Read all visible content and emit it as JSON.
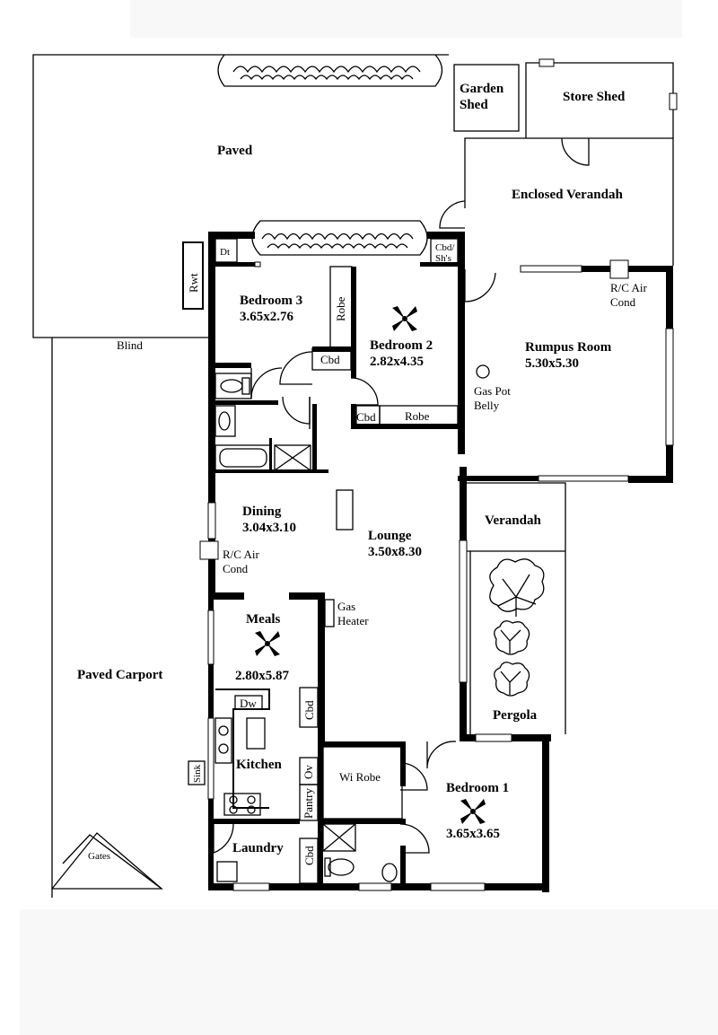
{
  "colors": {
    "wall": "#000000",
    "background": "#ffffff",
    "pattern": "#999999"
  },
  "labels": {
    "paved": "Paved",
    "garden_shed_1": "Garden",
    "garden_shed_2": "Shed",
    "store_shed": "Store Shed",
    "enclosed_verandah": "Enclosed Verandah",
    "rwt": "Rwt",
    "dt": "Dt",
    "cbd_shs_1": "Cbd/",
    "cbd_shs_2": "Sh's",
    "bedroom3_name": "Bedroom 3",
    "bedroom3_size": "3.65x2.76",
    "robe_vertical": "Robe",
    "bedroom2_name": "Bedroom 2",
    "bedroom2_size": "2.82x4.35",
    "cbd_hall": "Cbd",
    "cbd_bed2": "Cbd",
    "robe_bed2": "Robe",
    "rc_air_1a": "R/C Air",
    "rc_air_1b": "Cond",
    "rumpus_name": "Rumpus Room",
    "rumpus_size": "5.30x5.30",
    "gas_pot_1": "Gas Pot",
    "gas_pot_2": "Belly",
    "blind": "Blind",
    "dining_name": "Dining",
    "dining_size": "3.04x3.10",
    "rc_air_2a": "R/C Air",
    "rc_air_2b": "Cond",
    "lounge_name": "Lounge",
    "lounge_size": "3.50x8.30",
    "verandah": "Verandah",
    "meals_name": "Meals",
    "meals_size": "2.80x5.87",
    "gas_heater_1": "Gas",
    "gas_heater_2": "Heater",
    "paved_carport": "Paved Carport",
    "dw": "Dw",
    "cbd_kitchen": "Cbd",
    "pergola": "Pergola",
    "sink": "Sink",
    "kitchen": "Kitchen",
    "ov": "Ov",
    "wi_robe": "Wi Robe",
    "pantry": "Pantry",
    "bedroom1_name": "Bedroom 1",
    "bedroom1_size": "3.65x3.65",
    "laundry": "Laundry",
    "cbd_laundry": "Cbd",
    "gates": "Gates"
  }
}
